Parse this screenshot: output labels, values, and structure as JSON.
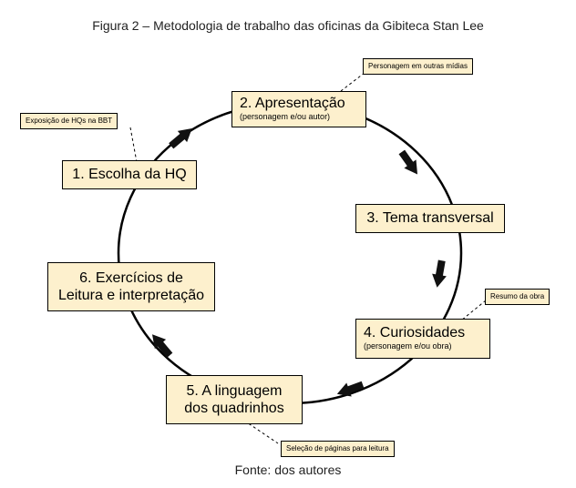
{
  "figure": {
    "title": "Figura 2 – Metodologia de trabalho das oficinas da Gibiteca Stan Lee",
    "source": "Fonte: dos autores"
  },
  "steps": [
    {
      "label": "1. Escolha da HQ"
    },
    {
      "label": "2. Apresentação",
      "sub": "(personagem e/ou autor)"
    },
    {
      "label": "3. Tema transversal"
    },
    {
      "label": "4. Curiosidades",
      "sub": "(personagem e/ou obra)"
    },
    {
      "label_line1": "5. A linguagem",
      "label_line2": "dos quadrinhos"
    },
    {
      "label_line1": "6. Exercícios de",
      "label_line2": "Leitura e interpretação"
    }
  ],
  "notes": {
    "step1": "Exposição de HQs na BBT",
    "step2": "Personagem em outras mídias",
    "step4": "Resumo da obra",
    "step5": "Seleção de páginas para leitura"
  },
  "colors": {
    "box_fill": "#fdf0cd",
    "stroke": "#000000"
  }
}
